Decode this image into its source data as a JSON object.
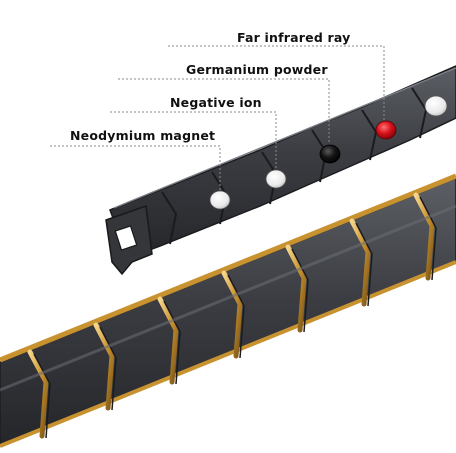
{
  "labels": {
    "far_infrared": "Far infrared ray",
    "germanium": "Germanium powder",
    "negative_ion": "Negative ion",
    "neodymium": "Neodymium magnet"
  },
  "colors": {
    "background": "#ffffff",
    "metal_dark": "#3a3c40",
    "metal_mid": "#55585e",
    "gold": "#d9a94a",
    "germanium_red": "#d8121b",
    "ion_black": "#101010",
    "magnet_white": "#f4f4f4"
  },
  "icons": [
    "bracelet-image",
    "magnet-stone",
    "ion-stone",
    "germanium-stone",
    "infrared-stone"
  ]
}
